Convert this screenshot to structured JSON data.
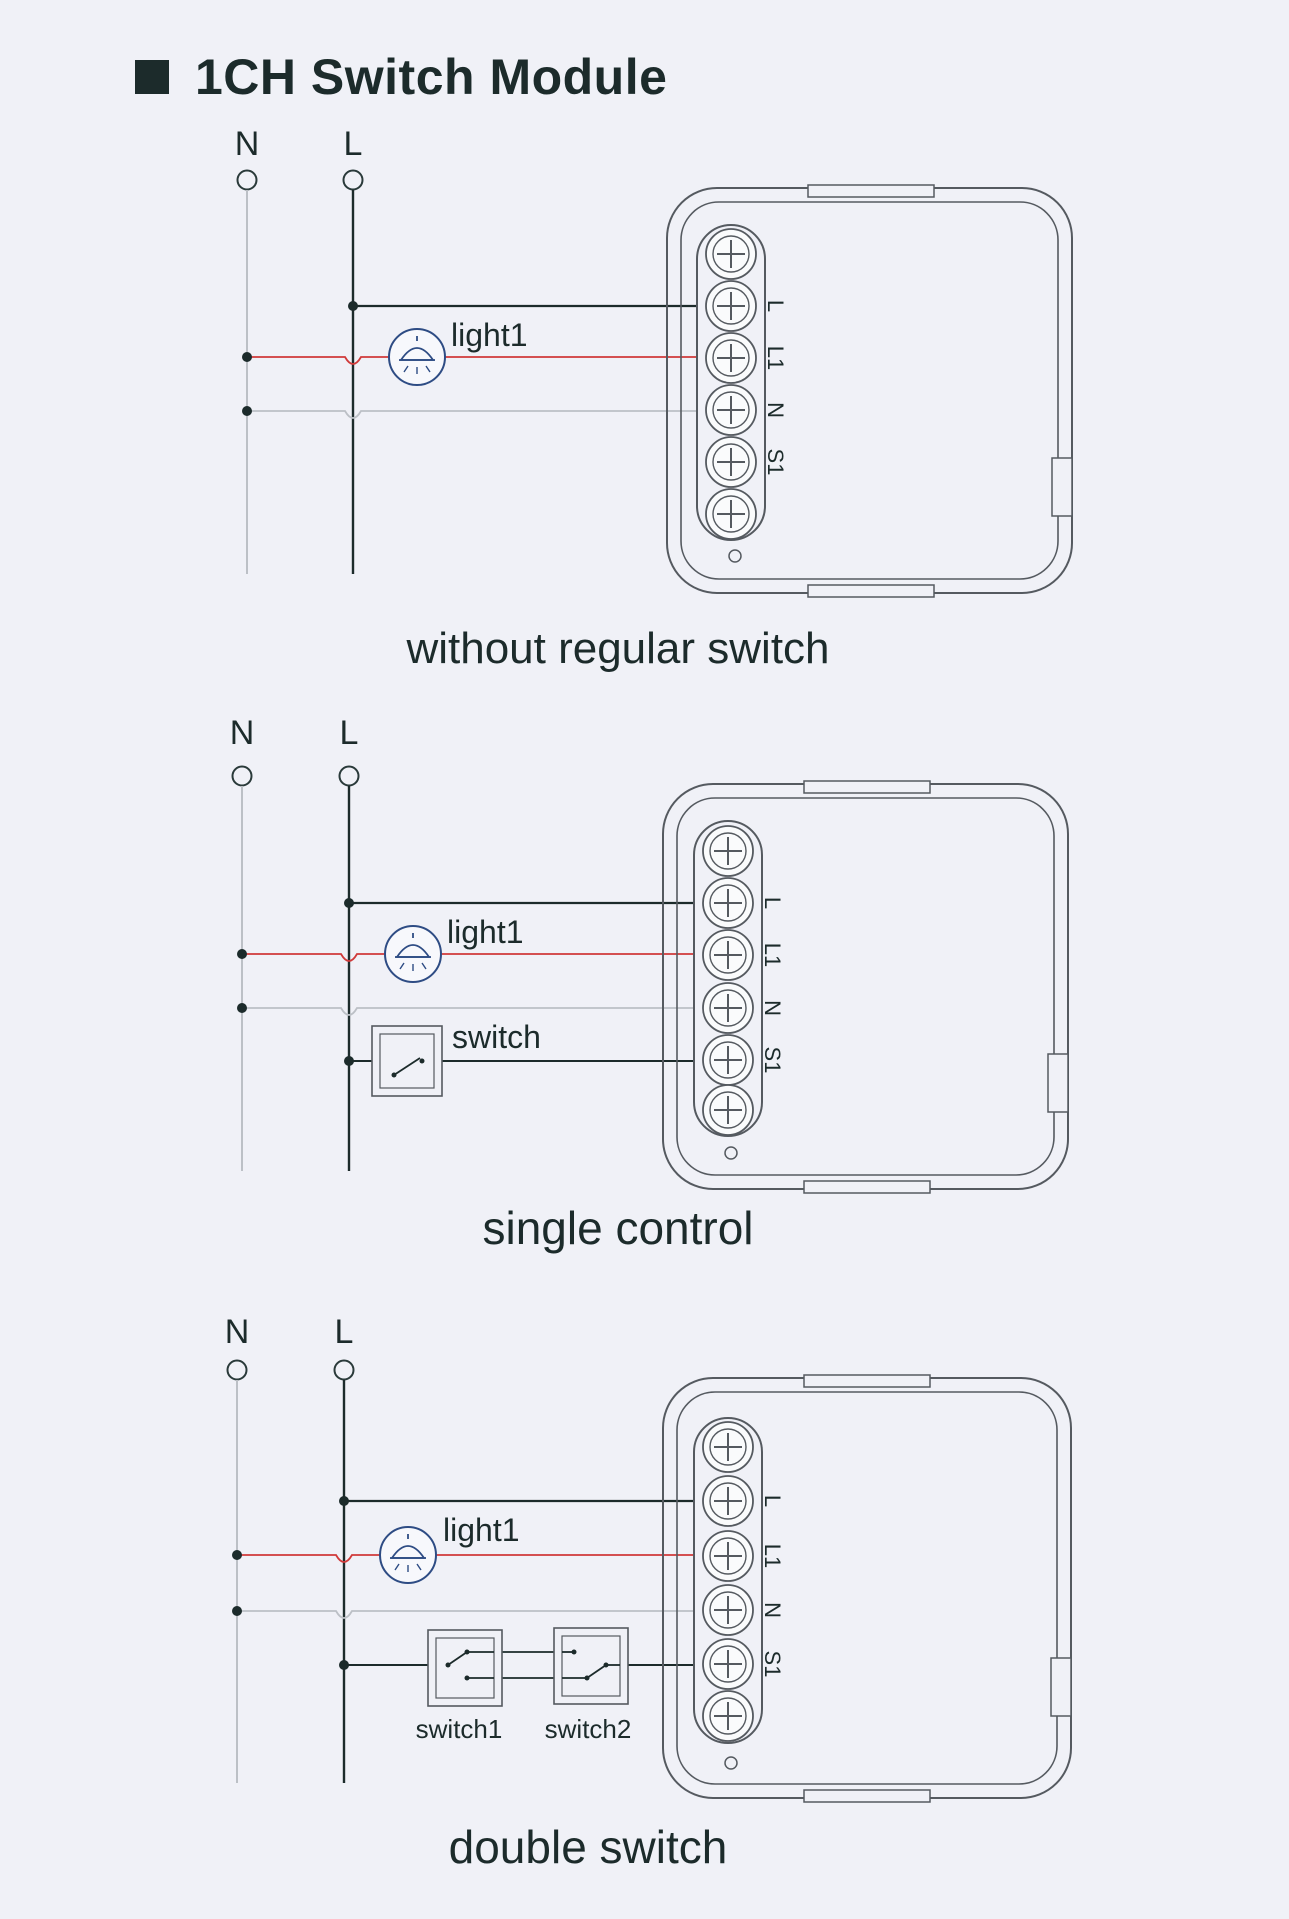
{
  "title": "1CH Switch Module",
  "colors": {
    "background": "#f0f1f7",
    "neutral_wire": "#bcc0c6",
    "live_wire": "#1c2b2b",
    "load_wire": "#d03a3a",
    "lamp_outline": "#2e4c84",
    "module_outline": "#555a60"
  },
  "diagrams": [
    {
      "caption": "without regular switch",
      "bus_labels": [
        "N",
        "L"
      ],
      "terminal_labels": [
        "L",
        "L1",
        "N",
        "S1"
      ],
      "lamp_label": "light1",
      "switch_labels": []
    },
    {
      "caption": "single control",
      "bus_labels": [
        "N",
        "L"
      ],
      "terminal_labels": [
        "L",
        "L1",
        "N",
        "S1"
      ],
      "lamp_label": "light1",
      "switch_labels": [
        "switch"
      ]
    },
    {
      "caption": "double switch",
      "bus_labels": [
        "N",
        "L"
      ],
      "terminal_labels": [
        "L",
        "L1",
        "N",
        "S1"
      ],
      "lamp_label": "light1",
      "switch_labels": [
        "switch1",
        "switch2"
      ]
    }
  ]
}
